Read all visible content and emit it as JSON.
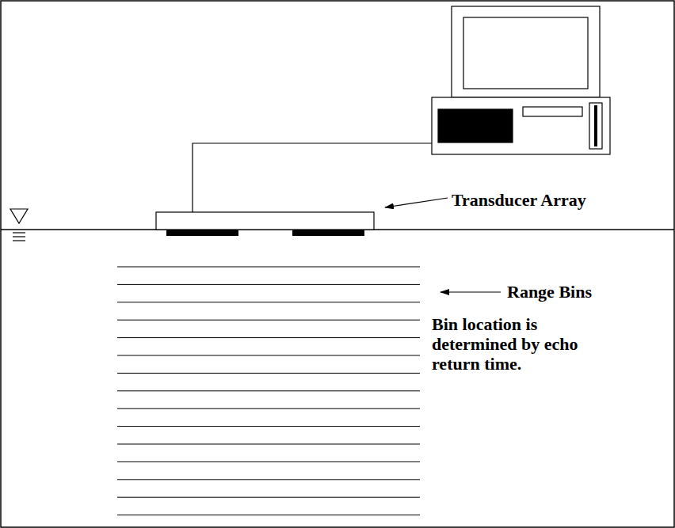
{
  "diagram": {
    "labels": [
      "Transducer Array",
      "Range Bins",
      "Bin location is determined by echo return time."
    ]
  }
}
